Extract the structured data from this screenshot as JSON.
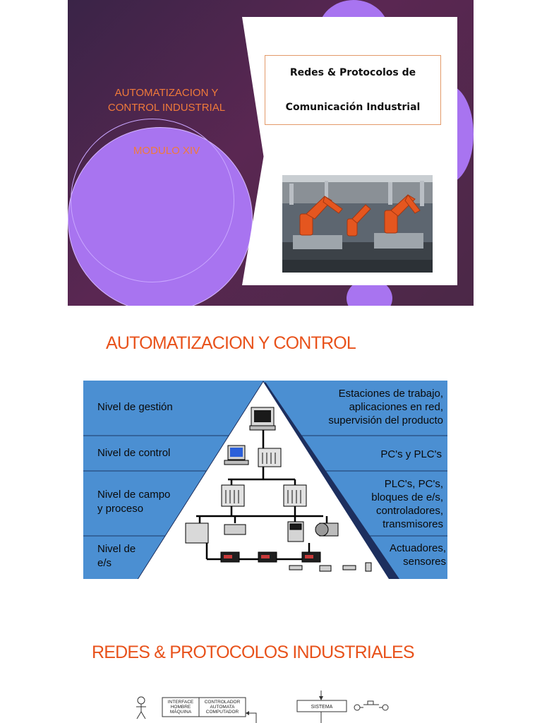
{
  "slide1": {
    "title_line1": "AUTOMATIZACION Y",
    "title_line2": "CONTROL INDUSTRIAL",
    "module": "MODULO XIV",
    "card_line1": "Redes & Protocolos de",
    "card_line2": "Comunicación Industrial"
  },
  "section1_heading": "AUTOMATIZACION Y CONTROL",
  "pyramid": {
    "levels": {
      "gestion": "Nivel de gestión",
      "control": "Nivel de control",
      "campo_1": "Nivel de campo",
      "campo_2": "y proceso",
      "es_1": "Nivel de",
      "es_2": "e/s"
    },
    "descriptions": {
      "gestion_1": "Estaciones de trabajo,",
      "gestion_2": "aplicaciones en red,",
      "gestion_3": "supervisión del producto",
      "control_1": "PC's y PLC's",
      "campo_1": "PLC's, PC's,",
      "campo_2": "bloques de e/s,",
      "campo_3": "controladores,",
      "campo_4": "transmisores",
      "es_1": "Actuadores,",
      "es_2": "sensores"
    }
  },
  "section2_heading": "REDES & PROTOCOLOS INDUSTRIALES",
  "bottom_diagram": {
    "box1_line1": "INTERFACE",
    "box1_line2": "HOMBRE",
    "box1_line3": "MÁQUINA",
    "box2_line1": "CONTROLADOR",
    "box2_line2": "AUTOMATA",
    "box2_line3": "COMPUTADOR",
    "box3": "SISTEMA"
  }
}
